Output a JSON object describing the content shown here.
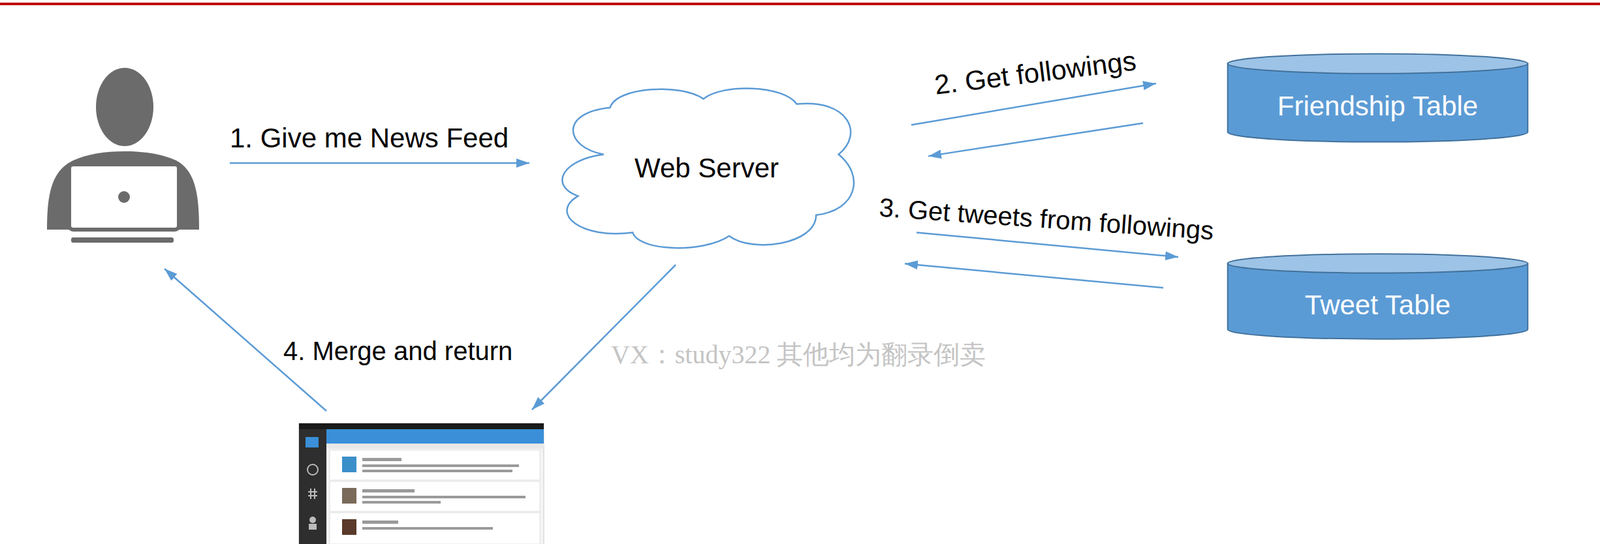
{
  "diagram": {
    "nodes": [
      {
        "text": [
          "Web Server"
        ]
      },
      {
        "text": [
          "Friendship Table"
        ]
      },
      {
        "text": [
          "Tweet Table"
        ]
      }
    ],
    "edges": [
      {
        "from": 0,
        "to": 1,
        "arrow": "to",
        "label": "2. Get followings"
      },
      {
        "from": 1,
        "to": 0,
        "arrow": "to"
      },
      {
        "from": 0,
        "to": 2,
        "arrow": "to",
        "label": "3. Get tweets from followings"
      },
      {
        "from": 2,
        "to": 0,
        "arrow": "to"
      }
    ],
    "labels": [
      "1. Give me News Feed",
      "4. Merge and return",
      "VX：study322 其他均为翻录倒卖"
    ]
  }
}
